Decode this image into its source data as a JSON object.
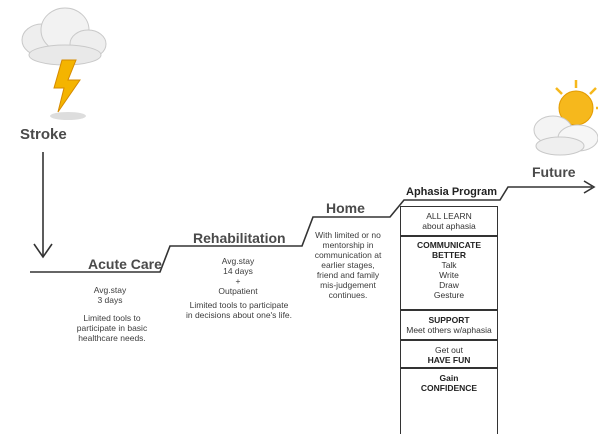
{
  "stroke": {
    "label": "Stroke"
  },
  "future": {
    "label": "Future"
  },
  "acute_care": {
    "title": "Acute Care",
    "stay_line1": "Avg.stay",
    "stay_line2": "3 days",
    "note": [
      "Limited tools to",
      "participate in basic",
      "healthcare needs."
    ]
  },
  "rehabilitation": {
    "title": "Rehabilitation",
    "stay_line1": "Avg.stay",
    "stay_line2": "14 days",
    "plus": "+",
    "outpatient": "Outpatient",
    "note": [
      "Limited tools to participate",
      "in decisions about one's life."
    ]
  },
  "home": {
    "title": "Home",
    "note": [
      "With limited or no",
      "mentorship in",
      "communication at",
      "earlier stages,",
      "friend and family",
      "mis-judgement",
      "continues."
    ]
  },
  "aphasia_program": {
    "title": "Aphasia Program",
    "all_learn": [
      "ALL LEARN",
      "about aphasia"
    ],
    "communicate": {
      "heading": [
        "COMMUNICATE",
        "BETTER"
      ],
      "items": [
        "Talk",
        "Write",
        "Draw",
        "Gesture"
      ]
    },
    "support": {
      "heading": "SUPPORT",
      "text": "Meet others w/aphasia"
    },
    "have_fun": {
      "pre": "Get out",
      "heading": "HAVE FUN"
    },
    "confidence": {
      "pre": "Gain",
      "heading": "CONFIDENCE"
    }
  },
  "colors": {
    "line": "#333333",
    "cloud": "#e8e8e8",
    "bolt": "#f4b400",
    "sun": "#f6b81c"
  }
}
